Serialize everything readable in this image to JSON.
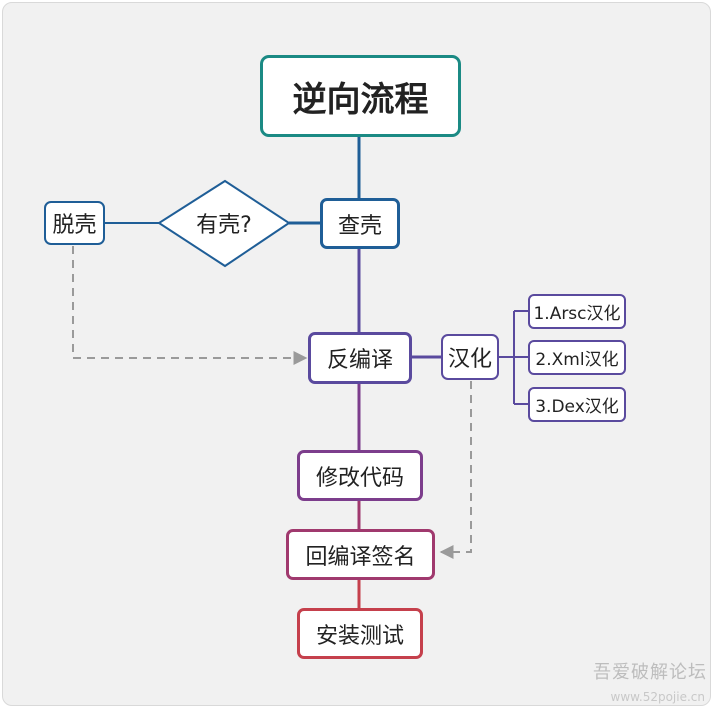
{
  "nodes": {
    "title": "逆向流程",
    "check_shell": "查壳",
    "has_shell": "有壳?",
    "unpack": "脱壳",
    "decompile": "反编译",
    "localize": "汉化",
    "localize_items": [
      "1.Arsc汉化",
      "2.Xml汉化",
      "3.Dex汉化"
    ],
    "modify_code": "修改代码",
    "recompile_sign": "回编译签名",
    "install_test": "安装测试"
  },
  "watermark": {
    "text": "吾爱破解论坛",
    "url": "www.52pojie.cn"
  },
  "colors": {
    "teal": "#1b8a84",
    "blue": "#1f5e97",
    "purple": "#5a4a9e",
    "violet": "#7c3d8c",
    "magenta": "#a0396e",
    "red": "#c5404c",
    "dashed": "#9a9a9a"
  }
}
